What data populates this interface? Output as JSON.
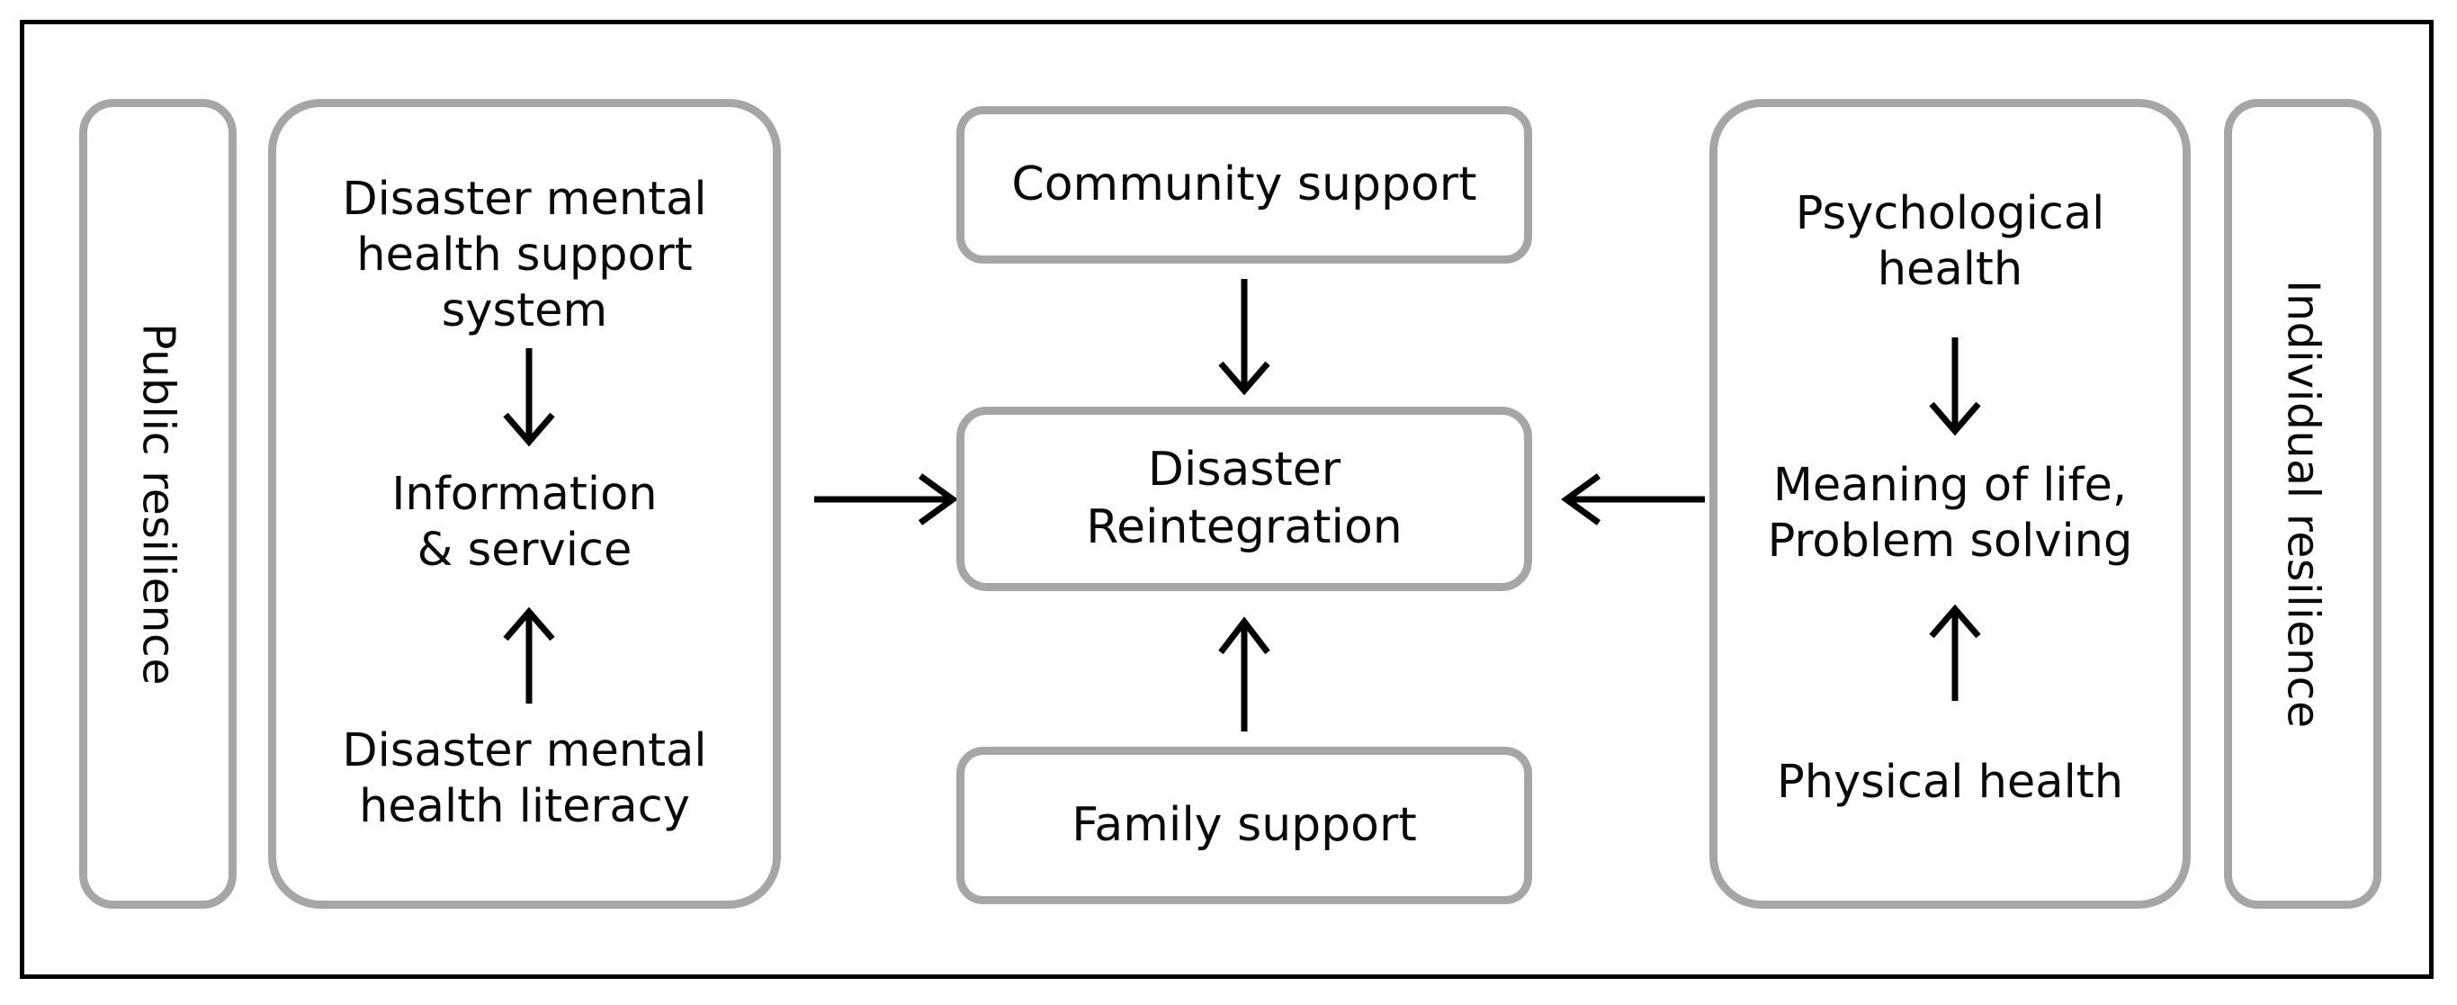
{
  "figure": {
    "title": "Disaster Reintegration conceptual framework",
    "colors": {
      "frame_border": "#000000",
      "node_border": "#a6a6a6",
      "node_fill": "#ffffff",
      "text": "#0a0a0a",
      "arrow": "#000000",
      "background": "#ffffff"
    }
  },
  "pillars": {
    "left": {
      "label": "Public resilience"
    },
    "right": {
      "label": "Individual resilience"
    }
  },
  "left_group": {
    "items": [
      {
        "label": "Disaster mental\nhealth support\nsystem"
      },
      {
        "label": "Information\n& service"
      },
      {
        "label": "Disaster mental\nhealth literacy"
      }
    ],
    "arrows": [
      {
        "name": "down-arrow-system-to-information",
        "direction": "down"
      },
      {
        "name": "up-arrow-literacy-to-information",
        "direction": "up"
      }
    ]
  },
  "center_column": {
    "top_box": {
      "label": "Community support"
    },
    "main_box": {
      "label": "Disaster\nReintegration"
    },
    "bottom_box": {
      "label": "Family support"
    },
    "arrows": [
      {
        "name": "down-arrow-community-to-reintegration",
        "direction": "down"
      },
      {
        "name": "up-arrow-family-to-reintegration",
        "direction": "up"
      },
      {
        "name": "right-arrow-public-to-reintegration",
        "direction": "right"
      },
      {
        "name": "left-arrow-individual-to-reintegration",
        "direction": "left"
      }
    ]
  },
  "right_group": {
    "items": [
      {
        "label": "Psychological\nhealth"
      },
      {
        "label": "Meaning of life,\nProblem solving"
      },
      {
        "label": "Physical health"
      }
    ],
    "arrows": [
      {
        "name": "down-arrow-psychological-to-meaning",
        "direction": "down"
      },
      {
        "name": "up-arrow-physical-to-meaning",
        "direction": "up"
      }
    ]
  }
}
